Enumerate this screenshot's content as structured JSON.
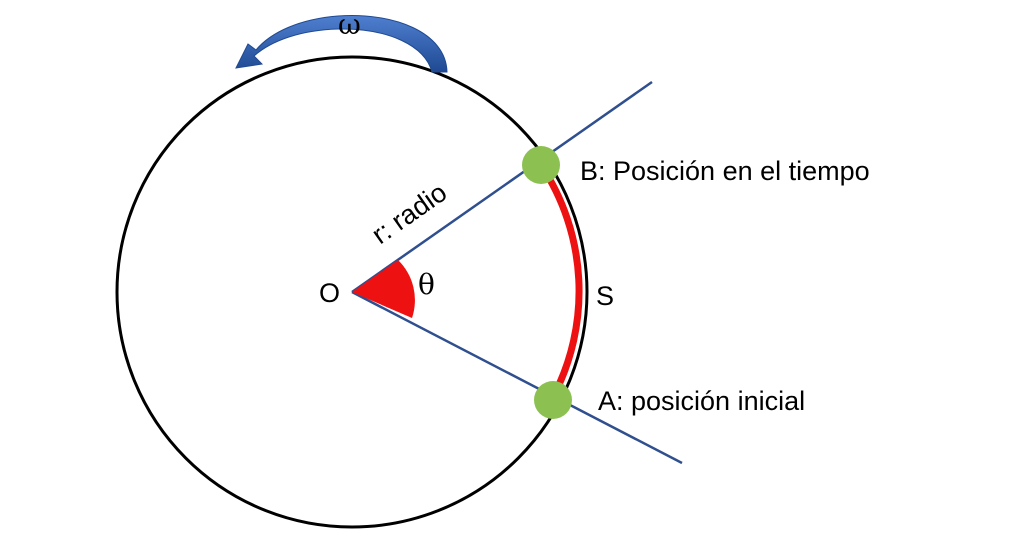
{
  "labels": {
    "omega": "ω",
    "origin": "O",
    "theta": "θ",
    "radius": "r: radio",
    "arc": "S",
    "point_b": "B: Posición en el tiempo",
    "point_a": "A: posición inicial"
  },
  "colors": {
    "circle": "#000000",
    "radius_lines": "#2f4f8f",
    "arc": "#ee1111",
    "angle_sector": "#ee1111",
    "points": "#8cc152",
    "rotation_arrow": "#2f5da8"
  },
  "icons": {
    "rotation_arrow": "curved-arrow-left-icon"
  }
}
